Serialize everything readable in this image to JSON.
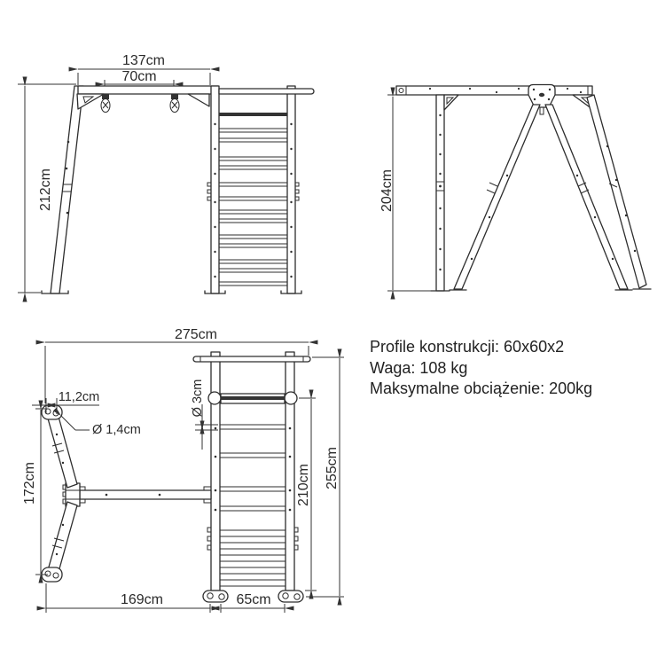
{
  "side_view": {
    "beam_length": "137cm",
    "hook_spacing": "70cm",
    "height": "212cm"
  },
  "front_view": {
    "height": "204cm"
  },
  "plan_view": {
    "total_length": "275cm",
    "plate_width": "11,2cm",
    "hole_diameter": "Ø 1,4cm",
    "leg_spread": "172cm",
    "rung_diameter": "Ø 3cm",
    "ladder_height": "210cm",
    "overall_height": "255cm",
    "beam_span": "169cm",
    "ladder_width": "65cm"
  },
  "specs": {
    "profile": "Profile konstrukcji: 60x60x2",
    "weight": "Waga: 108 kg",
    "max_load": "Maksymalne obciążenie: 200kg"
  },
  "colors": {
    "line": "#2d2d2d",
    "text": "#2a2a2a",
    "background": "#ffffff"
  }
}
